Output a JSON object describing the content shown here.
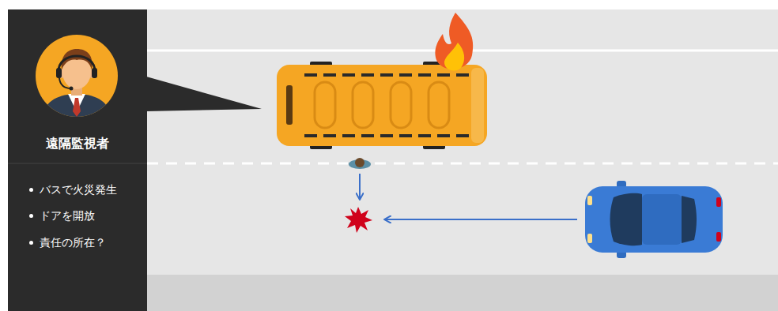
{
  "diagram": {
    "nodes": [
      {
        "text": [
          "遠隔監視者",
          "バスで火災発生",
          "ドアを開放",
          "責任の所在？"
        ]
      }
    ]
  }
}
